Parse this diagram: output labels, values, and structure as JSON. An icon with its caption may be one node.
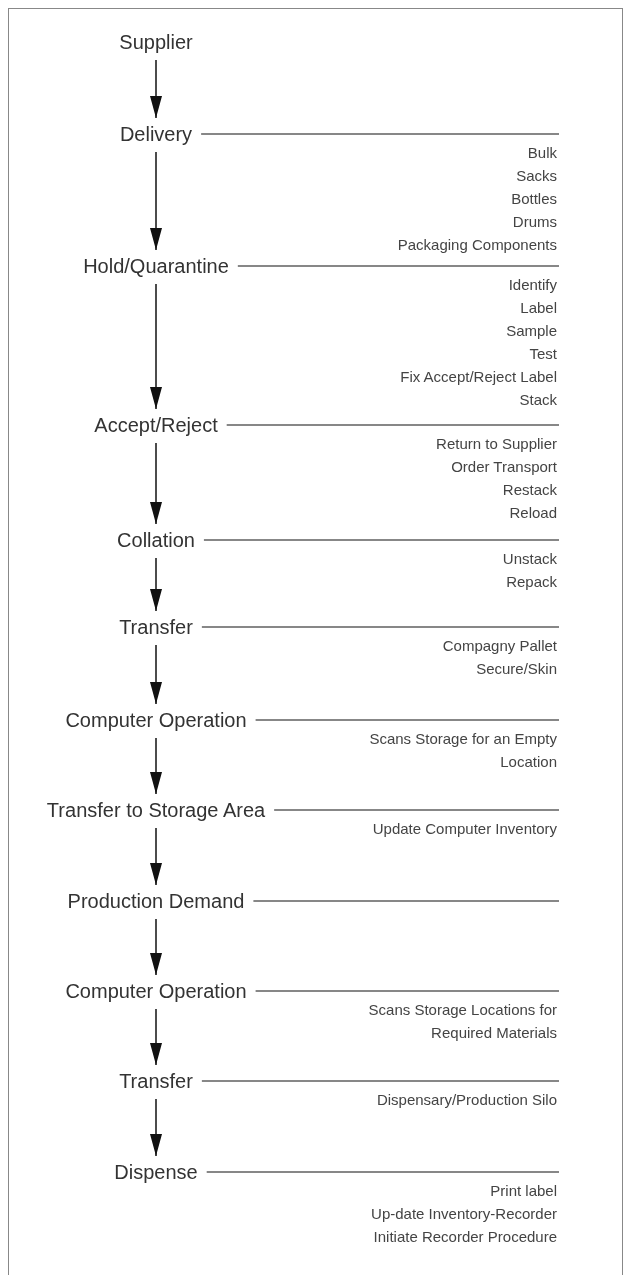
{
  "diagram": {
    "nodes": [
      {
        "text": [
          "Supplier"
        ]
      },
      {
        "text": [
          "Delivery"
        ],
        "beside": [
          "Bulk",
          "Sacks",
          "Bottles",
          "Drums",
          "Packaging Components"
        ]
      },
      {
        "text": [
          "Hold/Quarantine"
        ],
        "beside": [
          "Identify",
          "Label",
          "Sample",
          "Test",
          "Fix Accept/Reject Label",
          "Stack"
        ]
      },
      {
        "text": [
          "Accept/Reject"
        ],
        "beside": [
          "Return to Supplier",
          "Order Transport",
          "Restack",
          "Reload"
        ]
      },
      {
        "text": [
          "Collation"
        ],
        "beside": [
          "Unstack",
          "Repack"
        ]
      },
      {
        "text": [
          "Transfer"
        ],
        "beside": [
          "Compagny Pallet",
          "Secure/Skin"
        ]
      },
      {
        "text": [
          "Computer Operation"
        ]
      },
      {
        "text": [
          "Transfer to Storage Area"
        ]
      },
      {
        "text": [
          "Production Demand"
        ]
      },
      {
        "text": [
          "Computer Operation"
        ]
      },
      {
        "text": [
          "Transfer"
        ]
      },
      {
        "text": [
          "Dispense"
        ],
        "beside": [
          "Print label",
          "Up-date Inventory-Recorder",
          "Initiate Recorder Procedure"
        ]
      }
    ],
    "edges": [
      {
        "from": 0,
        "to": 1,
        "arrow": "to"
      },
      {
        "from": 1,
        "to": 2,
        "arrow": "to"
      },
      {
        "from": 2,
        "to": 3,
        "arrow": "to"
      },
      {
        "from": 3,
        "to": 4,
        "arrow": "to"
      },
      {
        "from": 4,
        "to": 5,
        "arrow": "to"
      },
      {
        "from": 5,
        "to": 6,
        "arrow": "to"
      },
      {
        "from": 6,
        "to": 7,
        "arrow": "to"
      },
      {
        "from": 7,
        "to": 8,
        "arrow": "to"
      },
      {
        "from": 8,
        "to": 9,
        "arrow": "to"
      },
      {
        "from": 9,
        "to": 10,
        "arrow": "to"
      },
      {
        "from": 10,
        "to": 11,
        "arrow": "to"
      }
    ],
    "labels": [
      "Scans Storage for an Empty Location",
      "Update Computer Inventory",
      "Scans Storage Locations for Required Materials",
      "Dispensary/Production Silo"
    ]
  }
}
